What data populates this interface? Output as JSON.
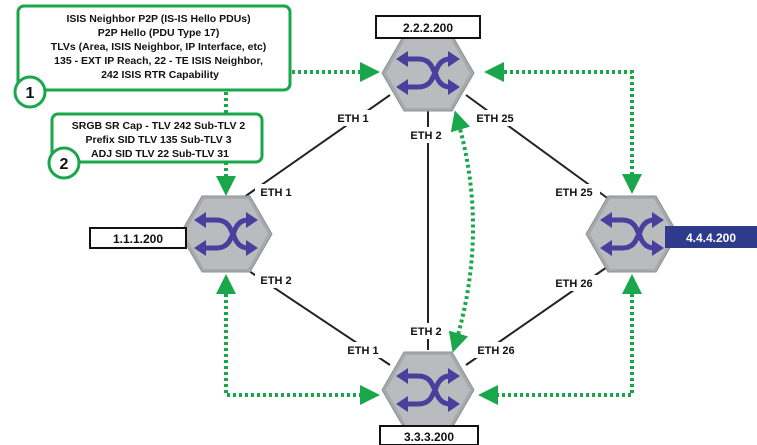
{
  "colors": {
    "green": "#1aa64b",
    "link": "#222222",
    "hex_fill": "#a7a9ac",
    "arrow_purple": "#4b3f9e",
    "highlight_label_bg": "#2e3a8c"
  },
  "routers": {
    "r2": {
      "id": "2.2.2.200",
      "icon": "router-switch-icon"
    },
    "r1": {
      "id": "1.1.1.200",
      "icon": "router-switch-icon"
    },
    "r3": {
      "id": "3.3.3.200",
      "icon": "router-switch-icon"
    },
    "r4": {
      "id": "4.4.4.200",
      "icon": "router-switch-icon"
    }
  },
  "interfaces": {
    "r2_eth1": "ETH 1",
    "r2_eth2": "ETH 2",
    "r2_eth25": "ETH 25",
    "r1_eth1": "ETH 1",
    "r1_eth2": "ETH 2",
    "r3_eth1": "ETH 1",
    "r3_eth2": "ETH 2",
    "r3_eth26": "ETH 26",
    "r4_eth25": "ETH 25",
    "r4_eth26": "ETH 26"
  },
  "callout1": {
    "number": "1",
    "lines": [
      "ISIS Neighbor P2P (IS-IS Hello PDUs)",
      "P2P Hello (PDU Type 17)",
      "TLVs (Area, ISIS Neighbor, IP Interface, etc)",
      "135 - EXT IP Reach, 22 - TE ISIS Neighbor,",
      "242 ISIS RTR Capability"
    ]
  },
  "callout2": {
    "number": "2",
    "lines": [
      "SRGB SR Cap - TLV 242 Sub-TLV 2",
      "Prefix SID TLV 135 Sub-TLV 3",
      "ADJ SID TLV 22 Sub-TLV 31"
    ]
  }
}
